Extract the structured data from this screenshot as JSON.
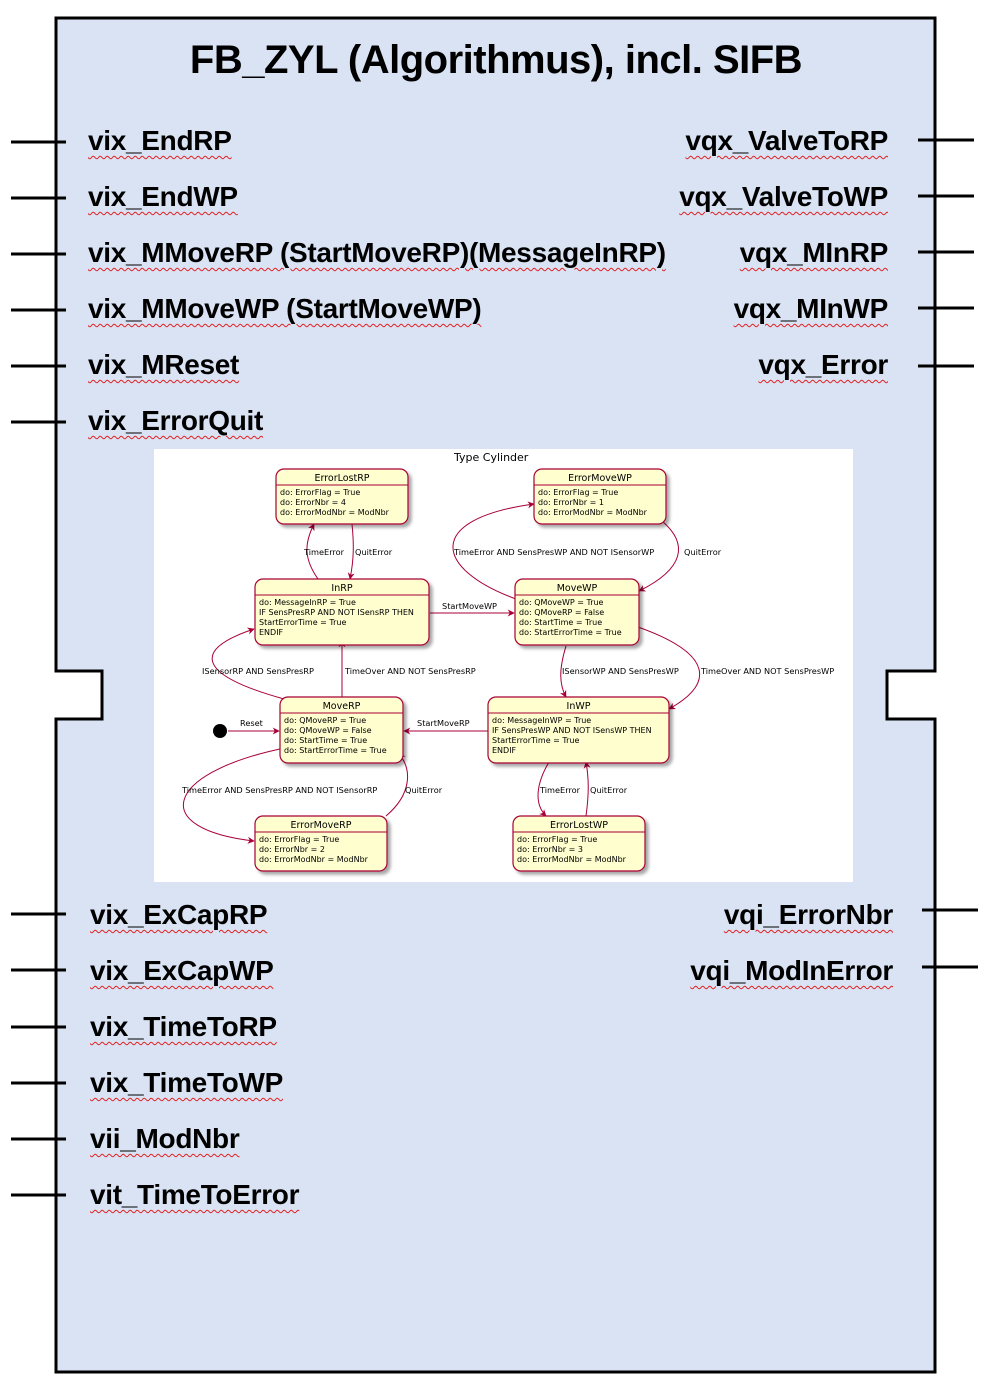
{
  "block": {
    "title": "FB_ZYL (Algorithmus), incl. SIFB",
    "colors": {
      "fill": "#dae3f3",
      "border": "#000000",
      "spell_underline": "#e02020"
    }
  },
  "inputs_top": [
    "vix_EndRP",
    "vix_EndWP",
    "vix_MMoveRP (StartMoveRP)(MessageInRP)",
    "vix_MMoveWP (StartMoveWP)",
    "vix_MReset",
    "vix_ErrorQuit"
  ],
  "outputs_top": [
    "vqx_ValveToRP",
    "vqx_ValveToWP",
    "vqx_MInRP",
    "vqx_MInWP",
    "vqx_Error"
  ],
  "inputs_bottom": [
    "vix_ExCapRP",
    "vix_ExCapWP",
    "vix_TimeToRP",
    "vix_TimeToWP",
    "vii_ModNbr",
    "vit_TimeToError"
  ],
  "outputs_bottom": [
    "vqi_ErrorNbr",
    "vqi_ModInError"
  ],
  "state_machine": {
    "title": "Type Cylinder",
    "colors": {
      "state_fill": "#fefece",
      "state_border": "#a80036",
      "edge": "#a80036",
      "initial": "#000000"
    },
    "states": {
      "ErrorLostRP": {
        "name": "ErrorLostRP",
        "lines": [
          "do: ErrorFlag = True",
          "do: ErrorNbr = 4",
          "do: ErrorModNbr = ModNbr"
        ]
      },
      "ErrorMoveWP": {
        "name": "ErrorMoveWP",
        "lines": [
          "do: ErrorFlag = True",
          "do: ErrorNbr = 1",
          "do: ErrorModNbr = ModNbr"
        ]
      },
      "InRP": {
        "name": "InRP",
        "lines": [
          "do: MessageInRP = True",
          "IF SensPresRP AND NOT ISensRP THEN",
          "StartErrorTime = True",
          "ENDIF"
        ]
      },
      "MoveWP": {
        "name": "MoveWP",
        "lines": [
          "do: QMoveWP = True",
          "do: QMoveRP = False",
          "do: StartTime = True",
          "do: StartErrorTime = True"
        ]
      },
      "MoveRP": {
        "name": "MoveRP",
        "lines": [
          "do: QMoveRP = True",
          "do: QMoveWP = False",
          "do: StartTime = True",
          "do: StartErrorTime = True"
        ]
      },
      "InWP": {
        "name": "InWP",
        "lines": [
          "do: MessageInWP = True",
          "IF SensPresWP AND NOT ISensWP THEN",
          "StartErrorTime = True",
          "ENDIF"
        ]
      },
      "ErrorMoveRP": {
        "name": "ErrorMoveRP",
        "lines": [
          "do: ErrorFlag = True",
          "do: ErrorNbr = 2",
          "do: ErrorModNbr = ModNbr"
        ]
      },
      "ErrorLostWP": {
        "name": "ErrorLostWP",
        "lines": [
          "do: ErrorFlag = True",
          "do: ErrorNbr = 3",
          "do: ErrorModNbr = ModNbr"
        ]
      }
    },
    "transitions": [
      {
        "from": "InRP",
        "to": "ErrorLostRP",
        "label": "TimeError"
      },
      {
        "from": "ErrorLostRP",
        "to": "InRP",
        "label": "QuitError"
      },
      {
        "from": "MoveWP",
        "to": "ErrorMoveWP",
        "label": "TimeError AND SensPresWP AND NOT ISensorWP"
      },
      {
        "from": "ErrorMoveWP",
        "to": "MoveWP",
        "label": "QuitError"
      },
      {
        "from": "InRP",
        "to": "MoveWP",
        "label": "StartMoveWP"
      },
      {
        "from": "MoveRP",
        "to": "InRP",
        "label": "ISensorRP AND SensPresRP"
      },
      {
        "from": "MoveRP",
        "to": "InRP",
        "label": "TimeOver AND NOT SensPresRP"
      },
      {
        "from": "MoveWP",
        "to": "InWP",
        "label": "ISensorWP AND SensPresWP"
      },
      {
        "from": "MoveWP",
        "to": "InWP",
        "label": "TimeOver AND NOT SensPresWP"
      },
      {
        "from": "initial",
        "to": "MoveRP",
        "label": "Reset"
      },
      {
        "from": "InWP",
        "to": "MoveRP",
        "label": "StartMoveRP"
      },
      {
        "from": "MoveRP",
        "to": "ErrorMoveRP",
        "label": "TimeError AND SensPresRP AND NOT ISensorRP"
      },
      {
        "from": "ErrorMoveRP",
        "to": "MoveRP",
        "label": "QuitError"
      },
      {
        "from": "InWP",
        "to": "ErrorLostWP",
        "label": "TimeError"
      },
      {
        "from": "ErrorLostWP",
        "to": "InWP",
        "label": "QuitError"
      }
    ]
  }
}
